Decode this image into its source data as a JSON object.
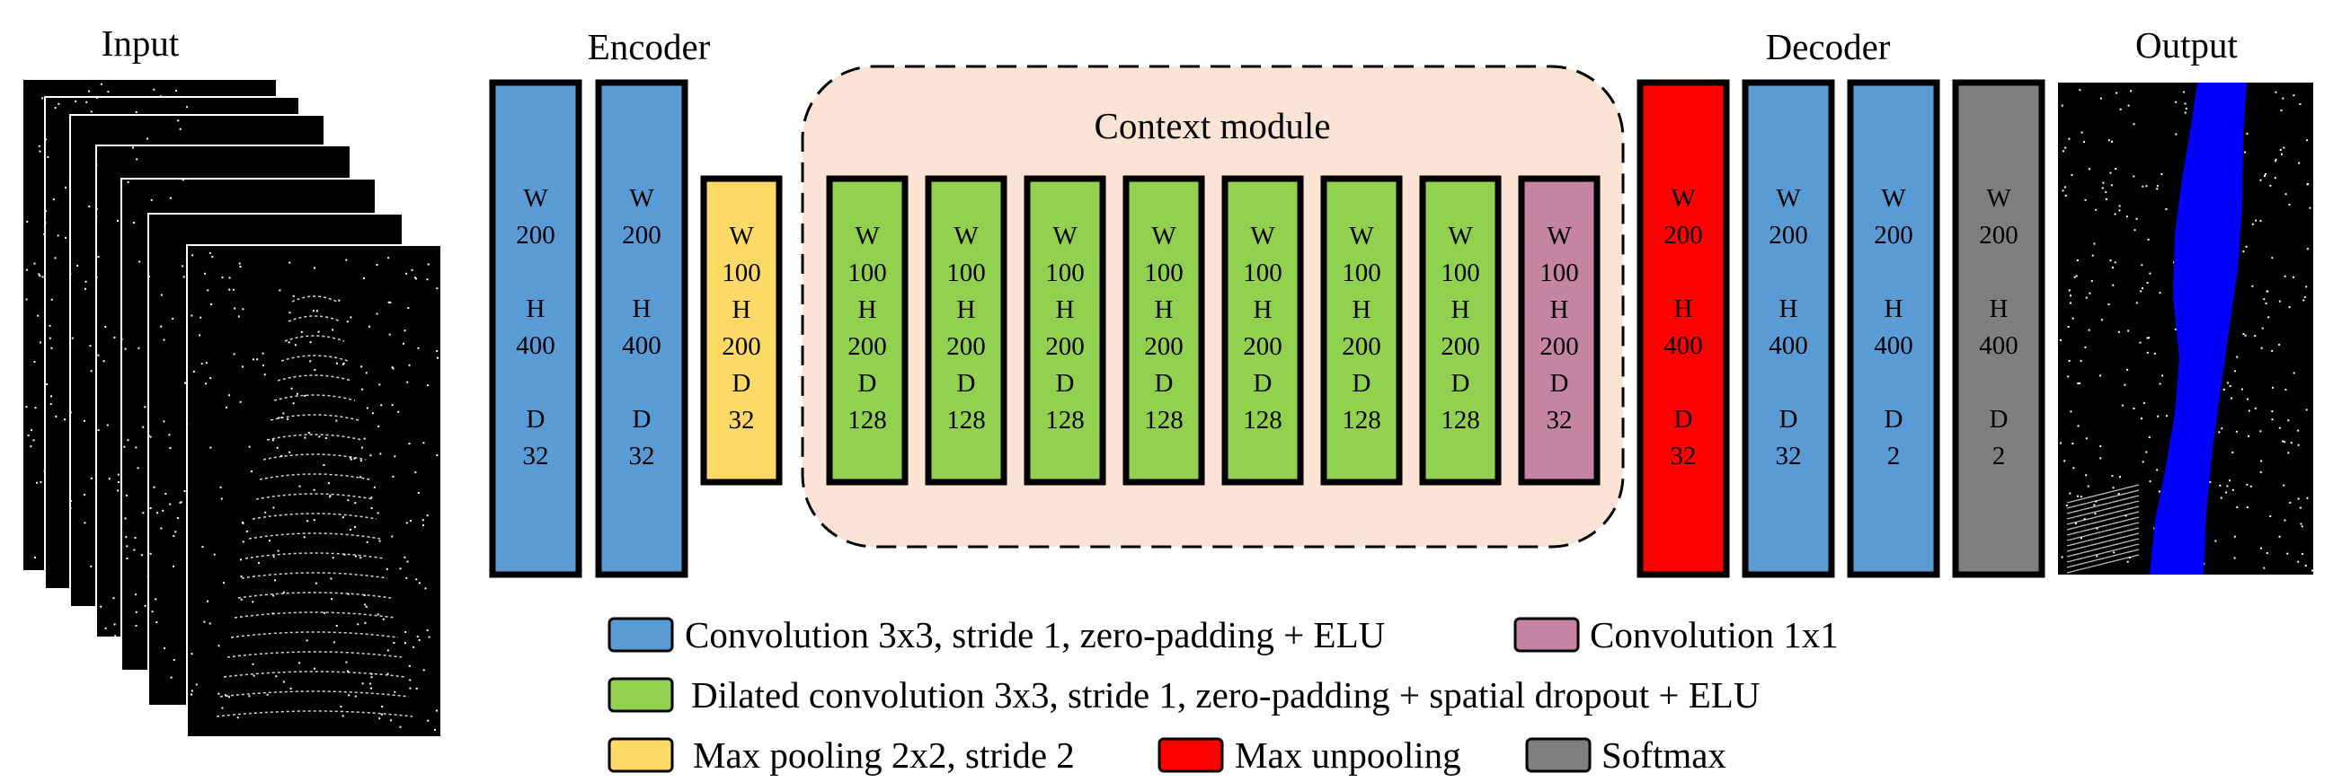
{
  "sections": {
    "input": "Input",
    "encoder": "Encoder",
    "context": "Context module",
    "decoder": "Decoder",
    "output": "Output"
  },
  "colors": {
    "conv": "#5b9bd5",
    "dilated": "#92d050",
    "pool": "#ffd966",
    "conv1x1": "#c584a2",
    "unpool": "#ff0000",
    "softmax": "#7f7f7f",
    "context_bg": "#fbe4d6",
    "road": "#0000ff"
  },
  "blocks": [
    {
      "group": "encoder",
      "kind": "conv",
      "lines": [
        "W",
        "200",
        "",
        "H",
        "400",
        "",
        "D",
        "32"
      ]
    },
    {
      "group": "encoder",
      "kind": "conv",
      "lines": [
        "W",
        "200",
        "",
        "H",
        "400",
        "",
        "D",
        "32"
      ]
    },
    {
      "group": "encoder",
      "kind": "pool",
      "lines": [
        "W",
        "100",
        "H",
        "200",
        "D",
        "32"
      ]
    },
    {
      "group": "context",
      "kind": "dilated",
      "lines": [
        "W",
        "100",
        "H",
        "200",
        "D",
        "128"
      ]
    },
    {
      "group": "context",
      "kind": "dilated",
      "lines": [
        "W",
        "100",
        "H",
        "200",
        "D",
        "128"
      ]
    },
    {
      "group": "context",
      "kind": "dilated",
      "lines": [
        "W",
        "100",
        "H",
        "200",
        "D",
        "128"
      ]
    },
    {
      "group": "context",
      "kind": "dilated",
      "lines": [
        "W",
        "100",
        "H",
        "200",
        "D",
        "128"
      ]
    },
    {
      "group": "context",
      "kind": "dilated",
      "lines": [
        "W",
        "100",
        "H",
        "200",
        "D",
        "128"
      ]
    },
    {
      "group": "context",
      "kind": "dilated",
      "lines": [
        "W",
        "100",
        "H",
        "200",
        "D",
        "128"
      ]
    },
    {
      "group": "context",
      "kind": "dilated",
      "lines": [
        "W",
        "100",
        "H",
        "200",
        "D",
        "128"
      ]
    },
    {
      "group": "context",
      "kind": "conv1x1",
      "lines": [
        "W",
        "100",
        "H",
        "200",
        "D",
        "32"
      ]
    },
    {
      "group": "decoder",
      "kind": "unpool",
      "lines": [
        "W",
        "200",
        "",
        "H",
        "400",
        "",
        "D",
        "32"
      ]
    },
    {
      "group": "decoder",
      "kind": "conv",
      "lines": [
        "W",
        "200",
        "",
        "H",
        "400",
        "",
        "D",
        "32"
      ]
    },
    {
      "group": "decoder",
      "kind": "conv",
      "lines": [
        "W",
        "200",
        "",
        "H",
        "400",
        "",
        "D",
        "2"
      ]
    },
    {
      "group": "decoder",
      "kind": "softmax",
      "lines": [
        "W",
        "200",
        "",
        "H",
        "400",
        "",
        "D",
        "2"
      ]
    }
  ],
  "legend": [
    {
      "kind": "conv",
      "label": "Convolution 3x3, stride 1, zero-padding + ELU"
    },
    {
      "kind": "conv1x1",
      "label": "Convolution 1x1"
    },
    {
      "kind": "dilated",
      "label": "Dilated convolution 3x3, stride 1, zero-padding + spatial dropout + ELU"
    },
    {
      "kind": "pool",
      "label": "Max pooling 2x2, stride 2"
    },
    {
      "kind": "unpool",
      "label": "Max unpooling"
    },
    {
      "kind": "softmax",
      "label": "Softmax"
    }
  ]
}
